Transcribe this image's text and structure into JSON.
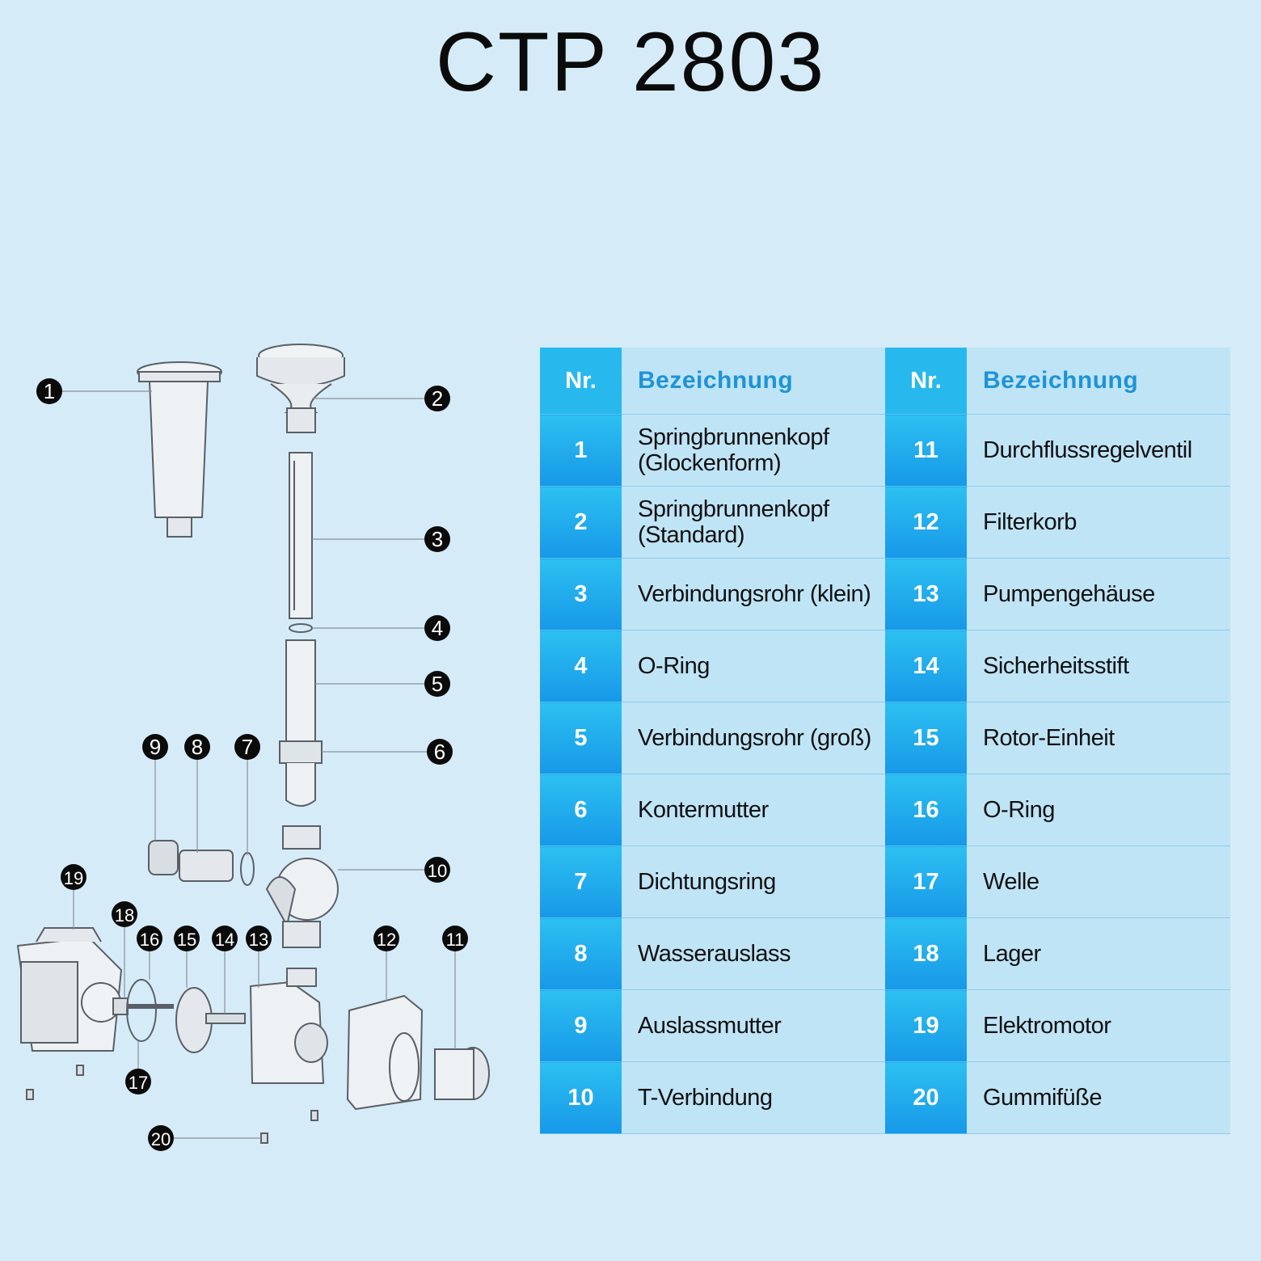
{
  "title": "CTP 2803",
  "table": {
    "header": {
      "nr": "Nr.",
      "name": "Bezeichnung"
    },
    "rows": [
      {
        "l_nr": "1",
        "l_name": "Springbrunnenkopf\n(Glockenform)",
        "r_nr": "11",
        "r_name": "Durchflussregelventil"
      },
      {
        "l_nr": "2",
        "l_name": "Springbrunnenkopf\n(Standard)",
        "r_nr": "12",
        "r_name": "Filterkorb"
      },
      {
        "l_nr": "3",
        "l_name": "Verbindungsrohr (klein)",
        "r_nr": "13",
        "r_name": "Pumpengehäuse"
      },
      {
        "l_nr": "4",
        "l_name": "O-Ring",
        "r_nr": "14",
        "r_name": "Sicherheitsstift"
      },
      {
        "l_nr": "5",
        "l_name": "Verbindungsrohr (groß)",
        "r_nr": "15",
        "r_name": "Rotor-Einheit"
      },
      {
        "l_nr": "6",
        "l_name": "Kontermutter",
        "r_nr": "16",
        "r_name": "O-Ring"
      },
      {
        "l_nr": "7",
        "l_name": "Dichtungsring",
        "r_nr": "17",
        "r_name": "Welle"
      },
      {
        "l_nr": "8",
        "l_name": "Wasserauslass",
        "r_nr": "18",
        "r_name": "Lager"
      },
      {
        "l_nr": "9",
        "l_name": "Auslassmutter",
        "r_nr": "19",
        "r_name": "Elektromotor"
      },
      {
        "l_nr": "10",
        "l_name": "T-Verbindung",
        "r_nr": "20",
        "r_name": "Gummifüße"
      }
    ]
  },
  "callouts": [
    "1",
    "2",
    "3",
    "4",
    "5",
    "6",
    "7",
    "8",
    "9",
    "10",
    "11",
    "12",
    "13",
    "14",
    "15",
    "16",
    "17",
    "18",
    "19",
    "20"
  ],
  "colors": {
    "background": "#d5ecf8",
    "accent": "#1fa8ec",
    "header_text": "#1f93d6",
    "cell": "#bfe4f6"
  }
}
